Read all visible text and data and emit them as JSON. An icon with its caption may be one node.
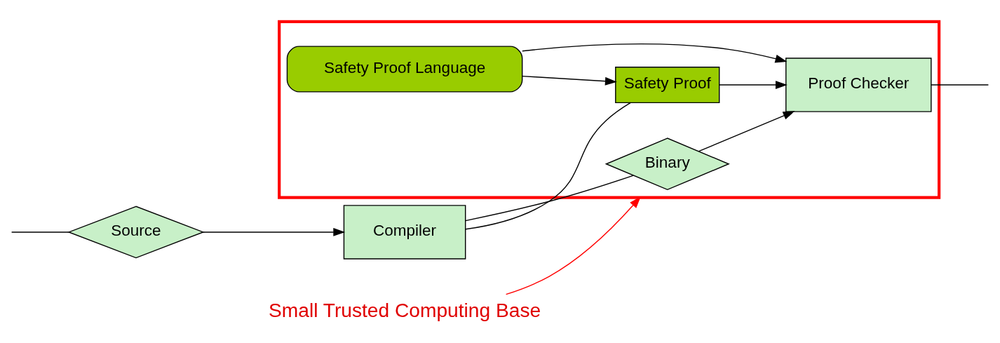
{
  "diagram": {
    "nodes": [
      {
        "text": [
          "Source"
        ]
      },
      {
        "text": [
          "Compiler"
        ]
      },
      {
        "text": [],
        "shape": "box"
      },
      {
        "text": [
          "Binary"
        ],
        "in": 2
      },
      {
        "text": [
          "Safety Proof"
        ],
        "in": 2
      },
      {
        "text": [
          "Proof Checker"
        ],
        "in": 2
      },
      {
        "text": [
          "Safety Proof Language"
        ],
        "in": 2
      },
      {
        "text": [
          "Small Trusted Computing Base"
        ]
      }
    ],
    "edges": [
      {
        "from": null,
        "to": 0,
        "arrow": "none"
      },
      {
        "from": 0,
        "to": 1,
        "arrow": "to"
      },
      {
        "from": 1,
        "to": 3,
        "arrow": "none"
      },
      {
        "from": 1,
        "to": 4,
        "arrow": "none"
      },
      {
        "from": 3,
        "to": 5,
        "arrow": "to"
      },
      {
        "from": 4,
        "to": 5,
        "arrow": "to"
      },
      {
        "from": 6,
        "to": 4,
        "arrow": "to"
      },
      {
        "from": 6,
        "to": 5,
        "arrow": "to"
      },
      {
        "from": 5,
        "to": null,
        "arrow": "none"
      },
      {
        "from": 7,
        "to": 2,
        "arrow": "to",
        "color": "#ff0000"
      }
    ]
  }
}
